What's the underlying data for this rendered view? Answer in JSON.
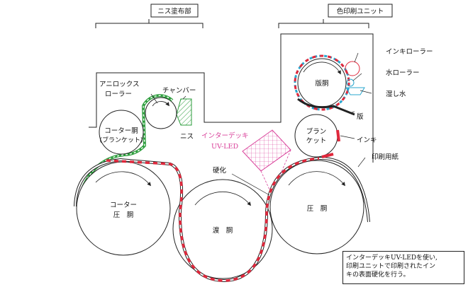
{
  "sections": {
    "varnish": "ニス塗布部",
    "printing": "色印刷ユニット"
  },
  "labels": {
    "anilox_1": "アニロックス",
    "anilox_2": "ローラー",
    "chamber": "チャンバー",
    "varnish": "ニス",
    "coater_cyl_1": "コーター胴",
    "coater_cyl_2": "(ブランケット)",
    "coater_imp_1": "コーター",
    "coater_imp_2": "圧　胴",
    "transfer": "渡　胴",
    "impression": "圧　胴",
    "plate_cyl": "版胴",
    "plate": "版",
    "blanket_1": "ブラン",
    "blanket_2": "ケット",
    "ink": "インキ",
    "paper": "印刷用紙",
    "cure": "硬化",
    "uv_1": "インターデッキ",
    "uv_2": "UV-LED",
    "ink_roller": "インキローラー",
    "water_roller": "水ローラー",
    "fountain": "湿し水"
  },
  "note": {
    "line1": "インターデッキUV-LEDを使い,",
    "line2": "印刷ユニットで印刷されたイン",
    "line3": "キの表面硬化を行う。"
  },
  "colors": {
    "line": "#222222",
    "varnish_green": "#2e9e3e",
    "ink_red": "#e0283c",
    "uv_pink": "#d9409a",
    "water_cyan": "#2aa7cf"
  }
}
